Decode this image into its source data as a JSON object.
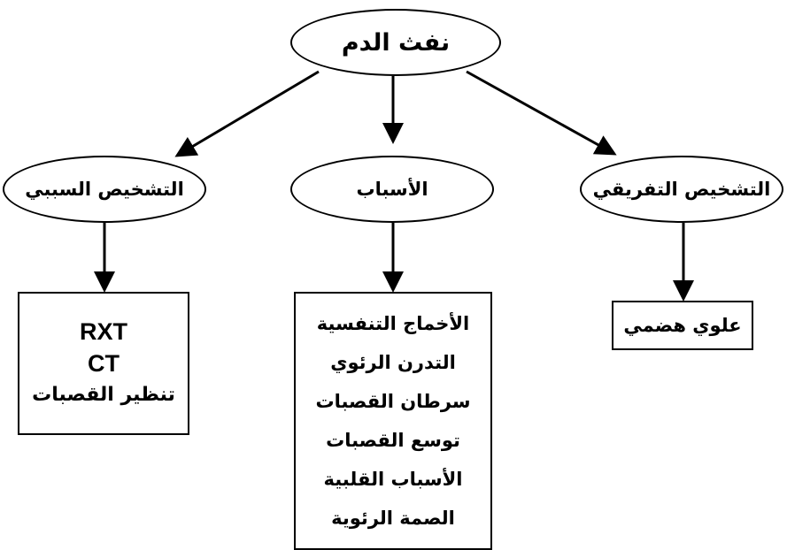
{
  "diagram": {
    "root": {
      "label": "نفث الدم"
    },
    "branches": [
      {
        "label": "التشخيص السببي",
        "items": [
          "RXT",
          "CT",
          "تنظير القصبات"
        ]
      },
      {
        "label": "الأسباب",
        "items": [
          "الأخماج التنفسية",
          "التدرن الرئوي",
          "سرطان القصبات",
          "توسع القصبات",
          "الأسباب القلبية",
          "الصمة الرئوية"
        ]
      },
      {
        "label": "التشخيص التفريقي",
        "items": [
          "علوي هضمي"
        ]
      }
    ]
  },
  "colors": {
    "stroke": "#000000",
    "background": "#ffffff",
    "text": "#000000"
  }
}
